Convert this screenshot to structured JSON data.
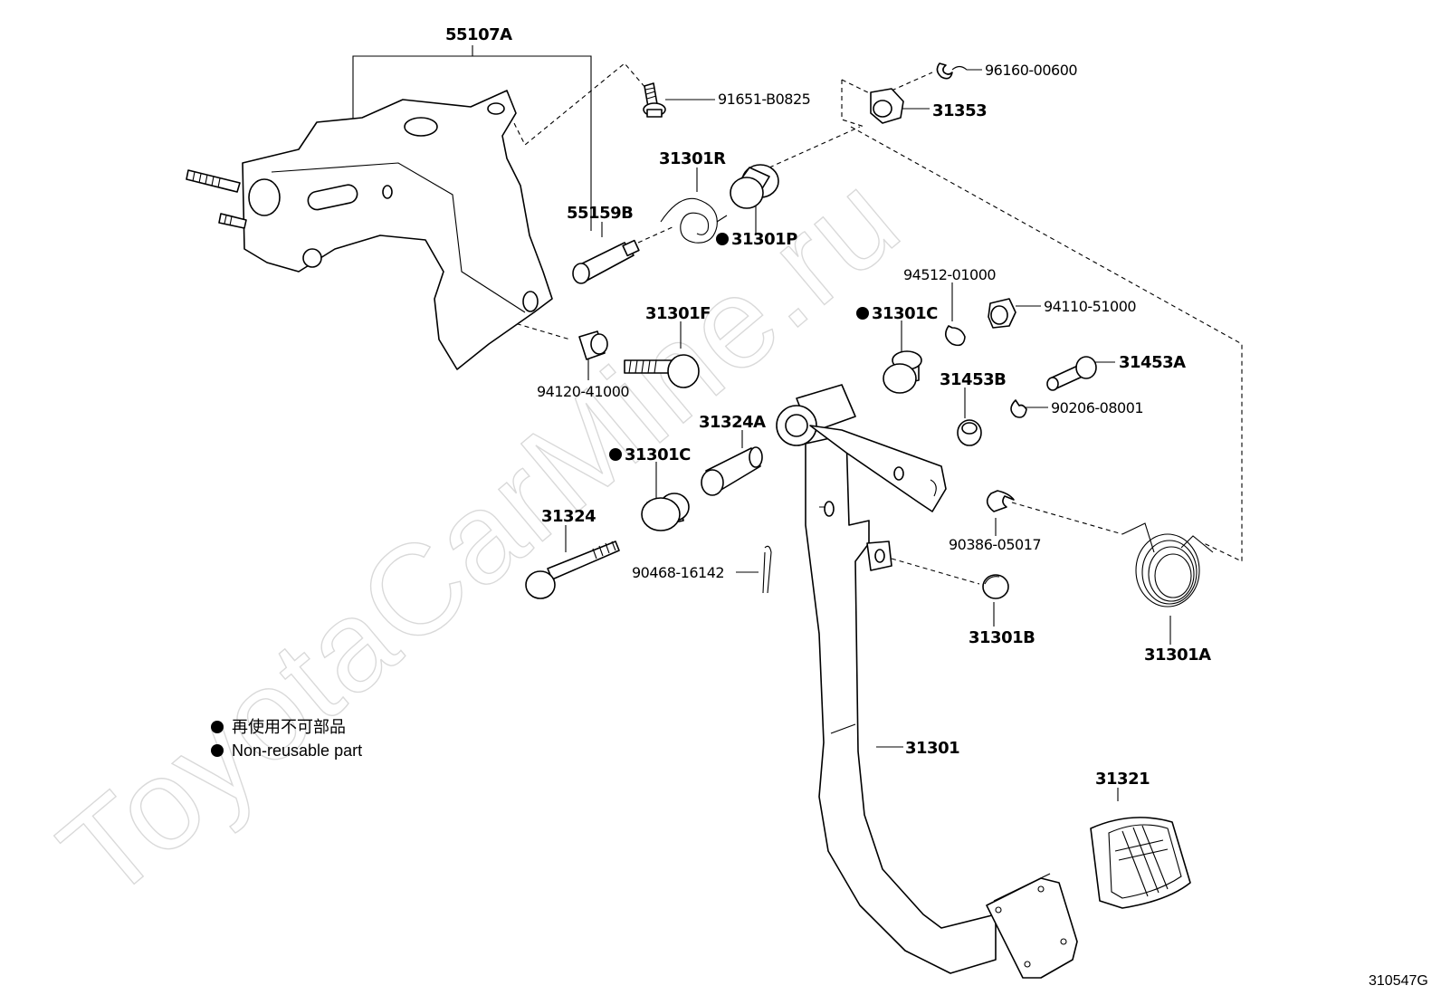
{
  "watermark": "ToyotaCarMine.ru",
  "diagram_code": "310547G",
  "legend": {
    "jp": "再使用不可部品",
    "en": "Non-reusable part"
  },
  "parts": {
    "p55107A": "55107A",
    "p91651": "91651-B0825",
    "p96160": "96160-00600",
    "p31353": "31353",
    "p31301R": "31301R",
    "p55159B": "55159B",
    "p31301P": "31301P",
    "p94512": "94512-01000",
    "p94110": "94110-51000",
    "p31301C_a": "31301C",
    "p31453A": "31453A",
    "p31301F": "31301F",
    "p94120": "94120-41000",
    "p31453B": "31453B",
    "p90206": "90206-08001",
    "p31324A": "31324A",
    "p31301C_b": "31301C",
    "p31324": "31324",
    "p90386": "90386-05017",
    "p90468": "90468-16142",
    "p31301B": "31301B",
    "p31301A": "31301A",
    "p31301": "31301",
    "p31321": "31321"
  }
}
